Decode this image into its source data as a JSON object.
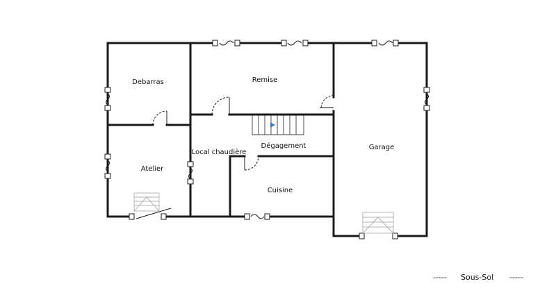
{
  "rooms": {
    "debarras": "Debarras",
    "remise": "Remise",
    "atelier": "Atelier",
    "local_chaudiere": "Local chaudière",
    "degagement": "Dégagement",
    "cuisine": "Cuisine",
    "garage": "Garage"
  },
  "level": {
    "dash_left": "-----",
    "name": "Sous-Sol",
    "dash_right": "-----"
  },
  "colors": {
    "wall": "#1a1a1a",
    "stair_arrow": "#3a7ec8",
    "background": "#ffffff"
  }
}
